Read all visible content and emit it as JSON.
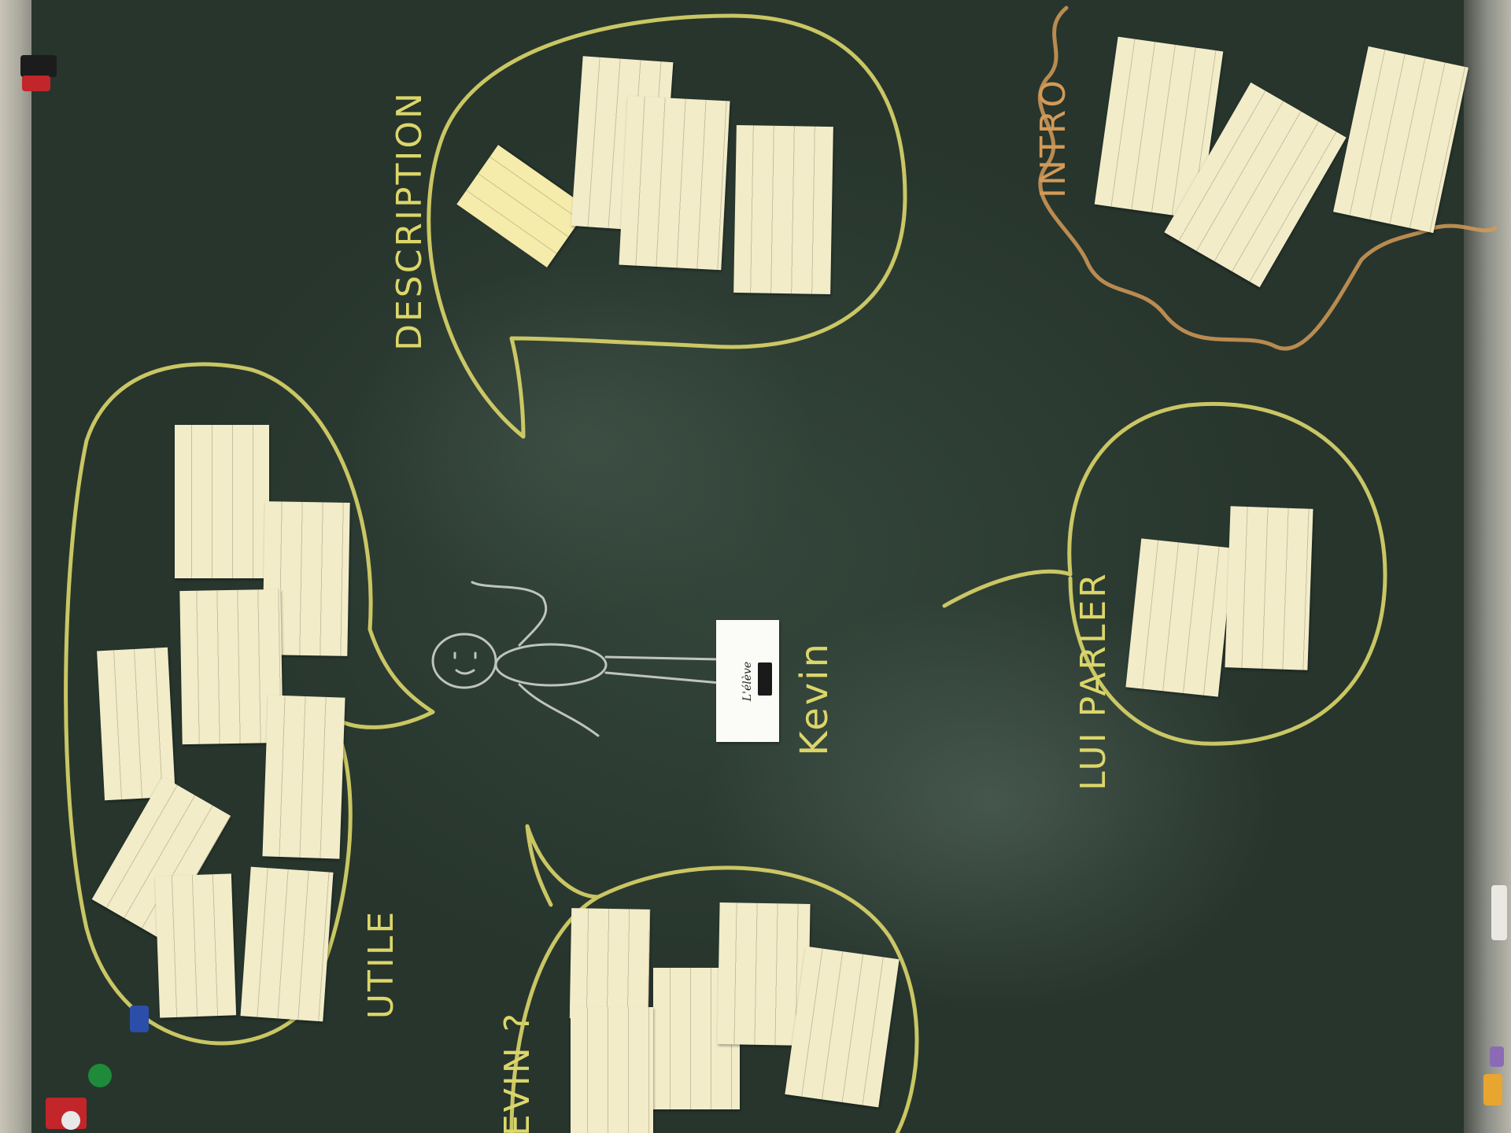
{
  "colors": {
    "board": "#2c3a31",
    "chalk_yellow": "#dcd66a",
    "chalk_orange": "#d39a57",
    "chalk_white": "#d8dcd6",
    "paper": "#f2ecc9"
  },
  "labels": {
    "description": "DESCRIPTION",
    "intro": "INTRO",
    "utile": "UTILE",
    "kevin_question": "KEVIN ?",
    "lui_parler": "LUI PARLER",
    "kevin_name": "Kevin"
  },
  "center_card": {
    "text": "L'élève"
  },
  "icons": {
    "stick_figure": "stick-figure-drawing",
    "eraser": "eraser-icon",
    "magnets": "magnet-icon",
    "pins": "pushpin-icon"
  }
}
